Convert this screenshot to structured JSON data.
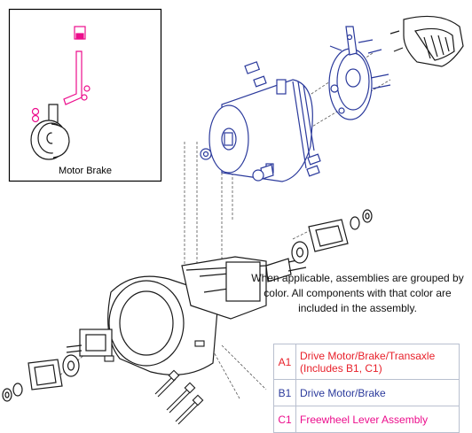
{
  "inset": {
    "caption": "Motor Brake"
  },
  "note": {
    "text": "When applicable, assemblies are grouped by color. All components with that color are included in the assembly."
  },
  "legend": {
    "rows": [
      {
        "code": "A1",
        "label": "Drive Motor/Brake/Transaxle (Includes B1, C1)",
        "color": "#e8202a"
      },
      {
        "code": "B1",
        "label": "Drive Motor/Brake",
        "color": "#2b3a9c"
      },
      {
        "code": "C1",
        "label": "Freewheel Lever Assembly",
        "color": "#ec0d8c"
      }
    ]
  },
  "colors": {
    "line": "#1a1a1a",
    "motor": "#2b3a9c",
    "lever": "#ec0d8c",
    "border": "#b9c0cf"
  }
}
